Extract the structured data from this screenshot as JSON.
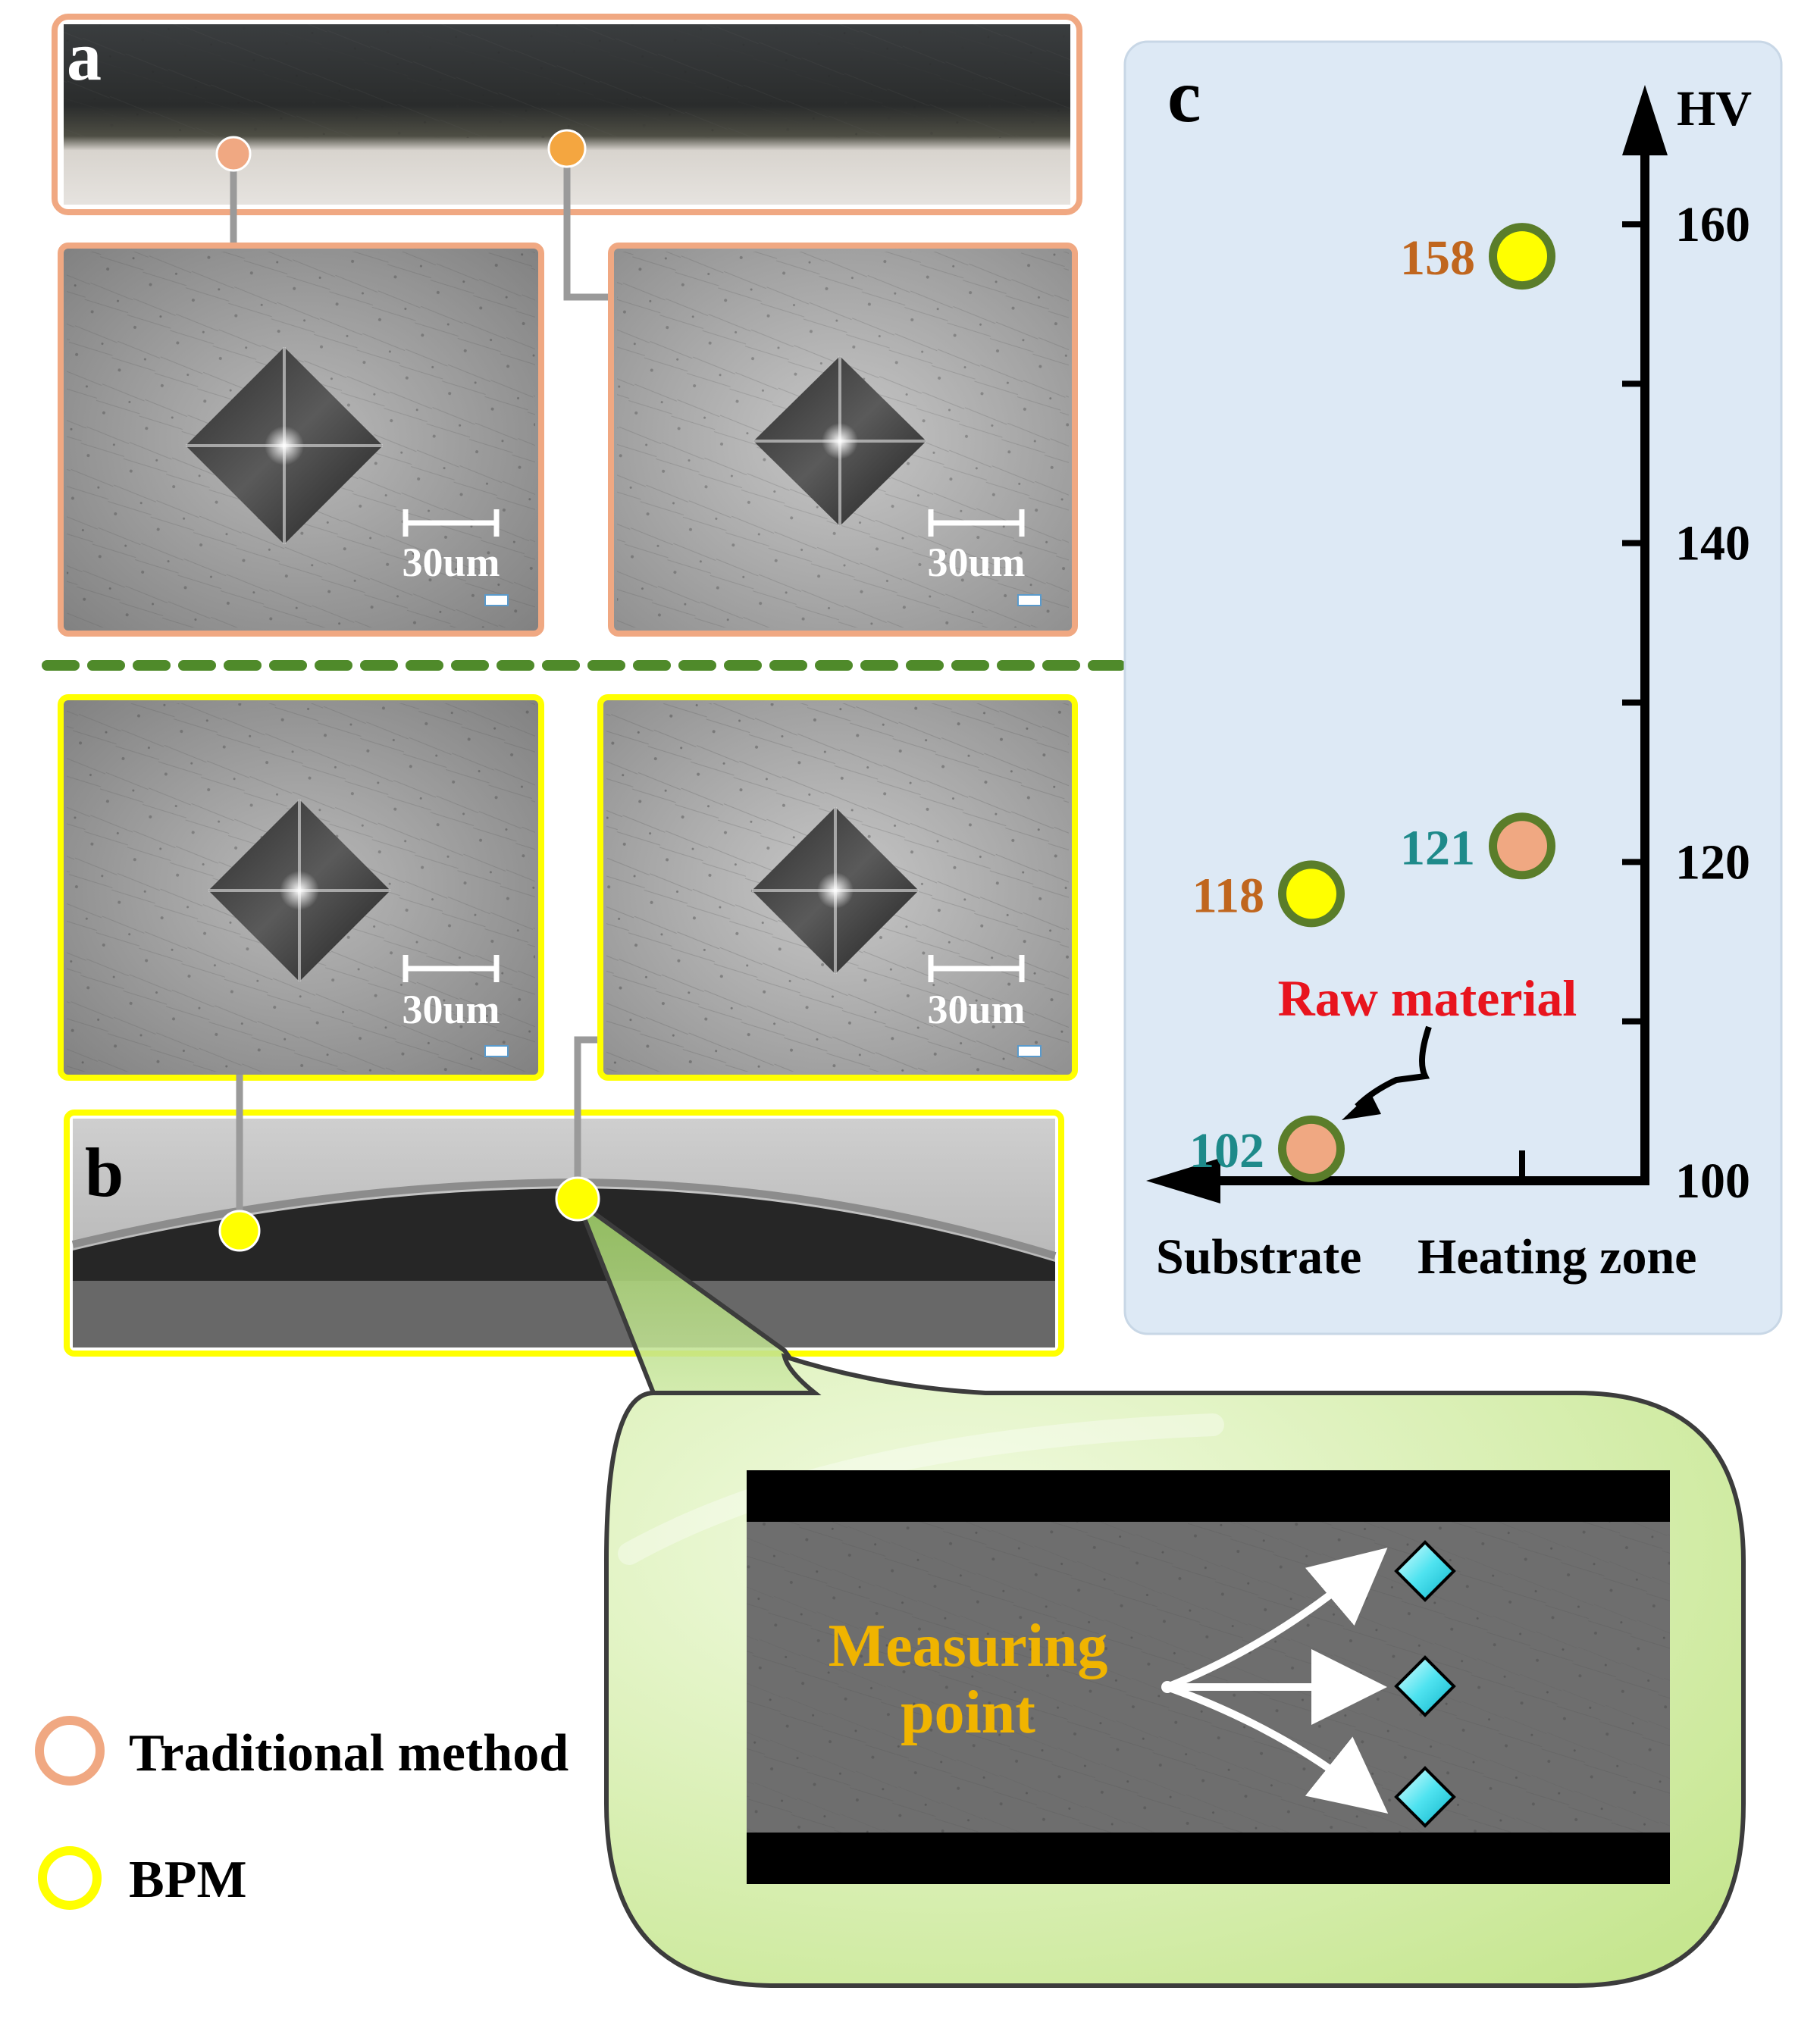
{
  "panels": {
    "a": {
      "label": "a"
    },
    "b": {
      "label": "b"
    },
    "c": {
      "label": "c"
    }
  },
  "scale_bar_label": "30um",
  "chart_data": {
    "type": "scatter",
    "y_axis_label": "HV",
    "y_ticks": [
      100,
      120,
      140,
      160
    ],
    "ylim": [
      100,
      165
    ],
    "categories": [
      "Substrate",
      "Heating zone"
    ],
    "series": [
      {
        "name": "Traditional method",
        "color": "#f0a882",
        "points": [
          {
            "x": "Substrate",
            "y": 102
          },
          {
            "x": "Heating zone",
            "y": 121
          }
        ]
      },
      {
        "name": "BPM",
        "color": "#ffff00",
        "points": [
          {
            "x": "Substrate",
            "y": 118
          },
          {
            "x": "Heating zone",
            "y": 158
          }
        ]
      }
    ],
    "point_labels": [
      "102",
      "121",
      "118",
      "158"
    ],
    "annotation": "Raw material"
  },
  "legend": {
    "traditional": {
      "label": "Traditional method",
      "color": "#f0a882"
    },
    "bpm": {
      "label": "BPM",
      "color": "#ffff00"
    }
  },
  "callout": {
    "text_line1": "Measuring",
    "text_line2": "point"
  },
  "colors": {
    "traditional_border": "#f0a882",
    "bpm_border": "#ffff00",
    "marker_ring": "#5a7d2a",
    "panel_c_bg": "#dde9f5",
    "label_orange": "#c0661e",
    "label_teal": "#1e8a8a",
    "annotation_red": "#e8141e",
    "callout_bg": "#d8edb0",
    "callout_text": "#f0b400",
    "divider": "#4f8a2a"
  }
}
